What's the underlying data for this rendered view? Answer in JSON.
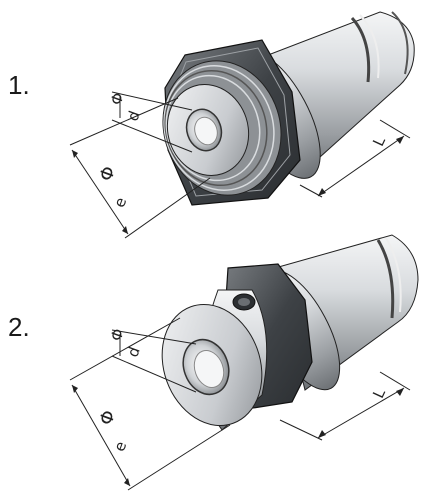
{
  "figures": [
    {
      "label": "1.",
      "dimensions": {
        "inner": "d",
        "outer": "e",
        "length": "L",
        "diameter_symbol": "Φ"
      }
    },
    {
      "label": "2.",
      "dimensions": {
        "inner": "d",
        "outer": "e",
        "length": "L",
        "diameter_symbol": "Φ"
      }
    }
  ],
  "colors": {
    "metal_light": "#e4e6e8",
    "metal_mid": "#b7bbbf",
    "metal_dark": "#55595d",
    "line": "#222222"
  }
}
